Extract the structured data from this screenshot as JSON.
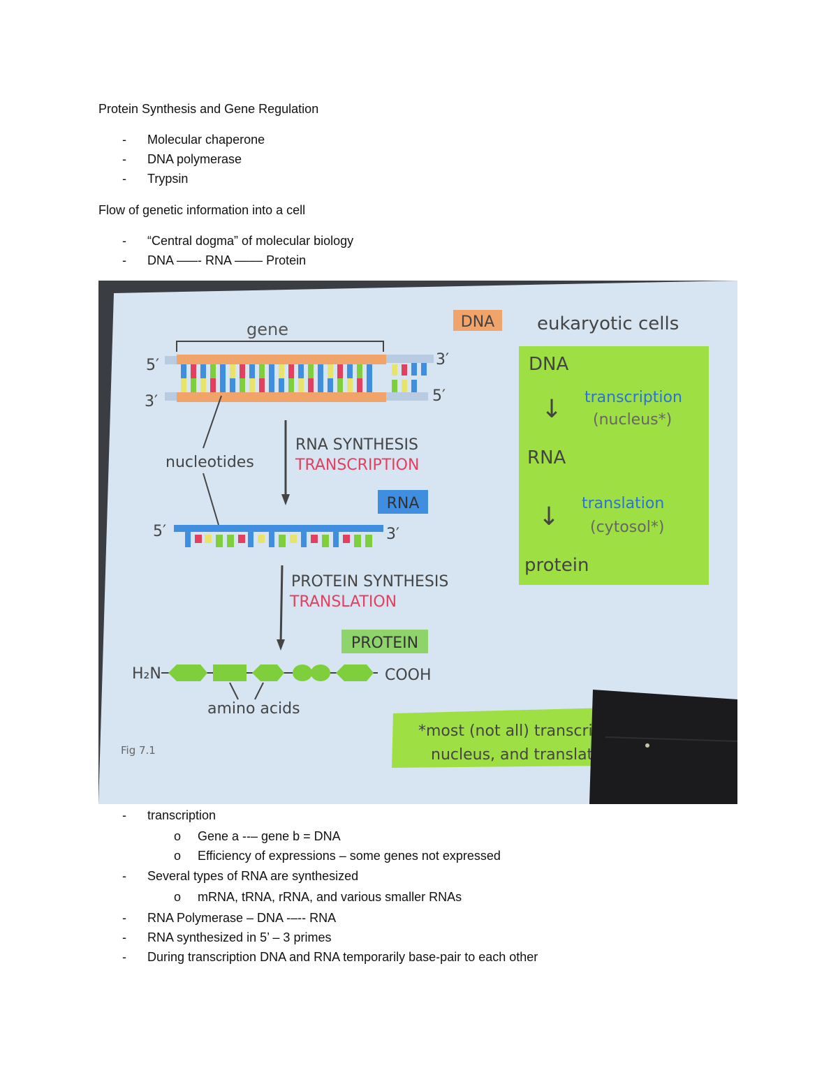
{
  "section1": {
    "heading": "Protein Synthesis and Gene Regulation",
    "bullets": [
      "Molecular chaperone",
      "DNA polymerase",
      "Trypsin"
    ]
  },
  "section2": {
    "heading": "Flow of genetic information into a cell",
    "bullets": [
      "“Central dogma” of molecular biology",
      "DNA –––- RNA –––– Protein"
    ]
  },
  "figure": {
    "gene": "gene",
    "dna_tag": "DNA",
    "five_prime": "5′",
    "three_prime": "3′",
    "nucleotides": "nucleotides",
    "rna_synthesis": "RNA SYNTHESIS",
    "transcription": "TRANSCRIPTION",
    "rna_tag": "RNA",
    "protein_synthesis": "PROTEIN SYNTHESIS",
    "translation": "TRANSLATION",
    "protein_tag": "PROTEIN",
    "h2n": "H₂N",
    "cooh": "COOH",
    "amino_acids": "amino acids",
    "fig_label": "Fig 7.1",
    "euk_title": "eukaryotic cells",
    "box_dna": "DNA",
    "box_transcription": "transcription",
    "box_nucleus": "(nucleus*)",
    "box_rna": "RNA",
    "box_translation": "translation",
    "box_cytosol": "(cytosol*)",
    "box_protein": "protein",
    "note_line1": "*most (not all) transcrip",
    "note_line2": "nucleus, and translatio",
    "arrow": "↓",
    "colors": {
      "slide_bg": "#d6e3f1",
      "dna_orange": "#f0a46a",
      "rna_blue": "#3f8ee0",
      "protein_green": "#7fce3c",
      "box_green": "#9ee044",
      "red_label": "#e2405e",
      "blue_label": "#2a73d6"
    }
  },
  "section3": {
    "bullets": [
      {
        "text": "transcription",
        "sub": [
          "Gene a --– gene b = DNA",
          "Efficiency of expressions – some genes not expressed"
        ]
      },
      {
        "text": "Several types of RNA are synthesized",
        "sub": [
          "mRNA, tRNA, rRNA, and various smaller RNAs"
        ]
      },
      {
        "text": "RNA Polymerase – DNA -–-- RNA",
        "sub": []
      },
      {
        "text": "RNA synthesized in 5’ – 3 primes",
        "sub": []
      },
      {
        "text": "During transcription DNA and RNA temporarily base-pair to each other",
        "sub": []
      }
    ]
  },
  "markers": {
    "dash": "-",
    "sub": "o"
  }
}
